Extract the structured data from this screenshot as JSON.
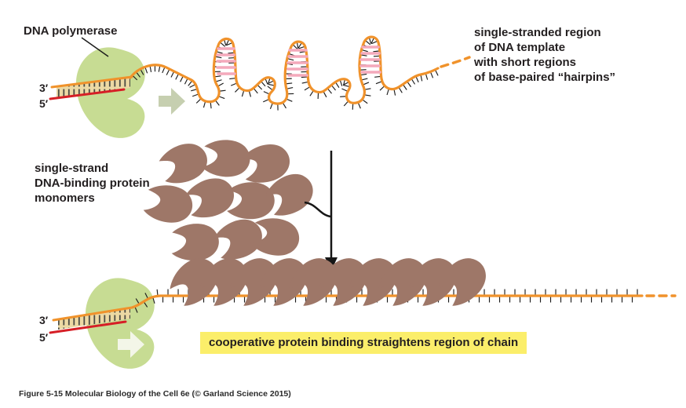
{
  "colors": {
    "strand_orange": "#f0922b",
    "polymerase_green": "#c7dc93",
    "monomer_brown": "#9e7768",
    "hairpin_pink": "#f4a9bb",
    "primer_red": "#d61f26",
    "highlight_yellow": "#fbee6a",
    "duplex_tan": "#ecd9a4",
    "arrow_sage": "#c6cfb0",
    "text_dark": "#231f20"
  },
  "labels": {
    "dna_polymerase": "DNA polymerase",
    "ss_region_lines": [
      "single-stranded region",
      "of DNA template",
      "with short regions",
      "of base-paired “hairpins”"
    ],
    "monomer_lines": [
      "single-strand",
      "DNA-binding protein",
      "monomers"
    ],
    "three_prime": "3′",
    "five_prime": "5′",
    "highlight": "cooperative protein binding straightens region of chain",
    "caption": "Figure 5-15 Molecular Biology of the Cell 6e (© Garland Science 2015)"
  }
}
